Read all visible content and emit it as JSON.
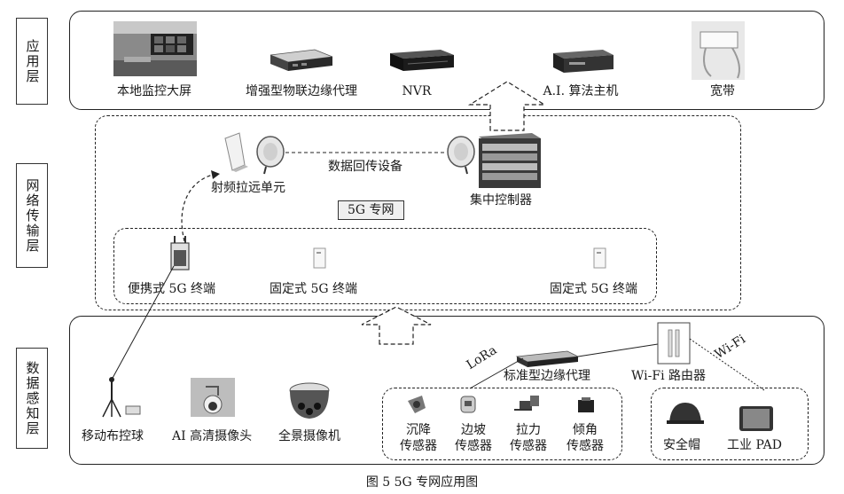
{
  "layers": {
    "application": "应用层",
    "network": "网络传输层",
    "perception": "数据感知层"
  },
  "app_layer": {
    "items": [
      "本地监控大屏",
      "增强型物联边缘代理",
      "NVR",
      "A.I. 算法主机",
      "宽带"
    ]
  },
  "network_layer": {
    "rru": "射频拉远单元",
    "backhaul": "数据回传设备",
    "central": "集中控制器",
    "private_net": "5G 专网",
    "terminals": [
      "便携式 5G 终端",
      "固定式 5G 终端",
      "固定式 5G 终端"
    ]
  },
  "perception_layer": {
    "devices": [
      "移动布控球",
      "AI 高清摄像头",
      "全景摄像机"
    ],
    "edge_proxy": "标准型边缘代理",
    "wifi_router": "Wi-Fi 路由器",
    "lora": "LoRa",
    "wifi": "Wi-Fi",
    "sensors": [
      [
        "沉降",
        "传感器"
      ],
      [
        "边坡",
        "传感器"
      ],
      [
        "拉力",
        "传感器"
      ],
      [
        "倾角",
        "传感器"
      ]
    ],
    "wifi_devices": [
      "安全帽",
      "工业 PAD"
    ]
  },
  "caption": "图 5   5G 专网应用图"
}
